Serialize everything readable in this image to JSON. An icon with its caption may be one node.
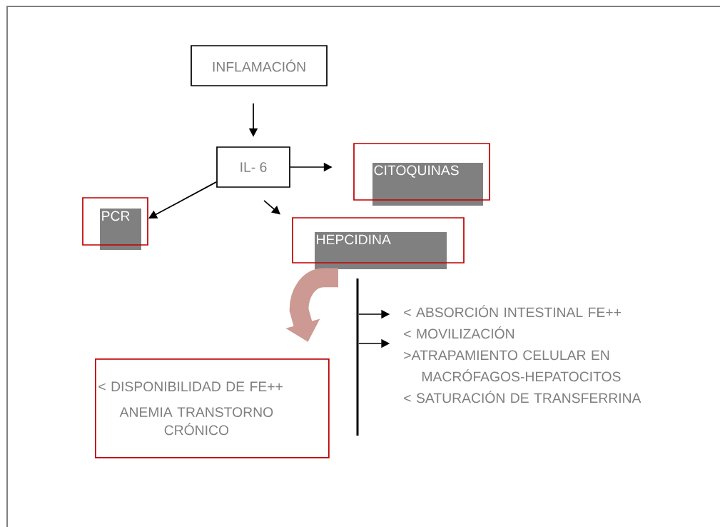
{
  "diagram": {
    "nodes": [
      {
        "text": [
          "INFLAMACIÓN"
        ]
      },
      {
        "text": [
          "IL- 6"
        ]
      },
      {
        "text": [
          "CITOQUINAS"
        ]
      },
      {
        "text": [
          "PCR"
        ]
      },
      {
        "text": [
          "HEPCIDINA"
        ]
      },
      {
        "text": [
          "< DISPONIBILIDAD DE FE++",
          "ANEMIA TRANSTORNO CRÓNICO"
        ]
      },
      {
        "text": [
          "< ABSORCIÓN INTESTINAL FE++",
          "< MOVILIZACIÓN",
          ">ATRAPAMIENTO CELULAR EN MACRÓFAGOS-HEPATOCITOS",
          "< SATURACIÓN DE TRANSFERRINA"
        ]
      },
      {
        "text": [],
        "shape": "bar"
      }
    ],
    "edges": [
      {
        "from": 0,
        "to": 1,
        "arrow": "to"
      },
      {
        "from": 1,
        "to": 2,
        "arrow": "to"
      },
      {
        "from": 1,
        "to": 3,
        "arrow": "to"
      },
      {
        "from": 1,
        "to": 4,
        "arrow": "to"
      },
      {
        "from": 4,
        "to": 5,
        "arrow": "to",
        "style": "thick",
        "color": "#cc9a93"
      },
      {
        "from": 7,
        "to": 6,
        "arrow": "to"
      },
      {
        "from": 7,
        "to": 6,
        "arrow": "to"
      }
    ]
  }
}
